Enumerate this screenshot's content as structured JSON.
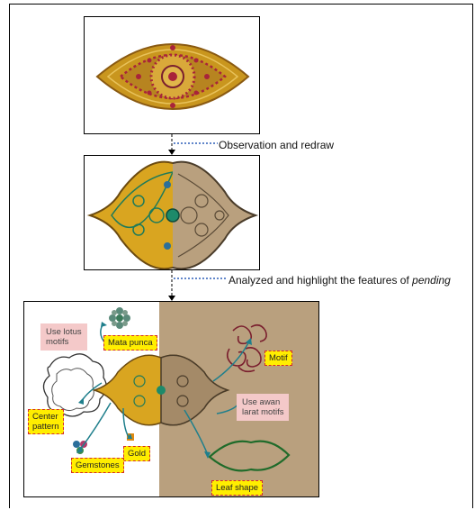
{
  "captions": {
    "step1": "Observation and redraw",
    "step2_prefix": "Analyzed and highlight the features of ",
    "step2_em": "pending"
  },
  "labels": {
    "mata_punca": "Mata punca",
    "motif": "Motif",
    "center_pattern_line1": "Center",
    "center_pattern_line2": "pattern",
    "gold": "Gold",
    "gemstones": "Gemstones",
    "leaf_shape": "Leaf shape"
  },
  "notes": {
    "lotus_line1": "Use lotus",
    "lotus_line2": "motifs",
    "awan_line1": "Use awan",
    "awan_line2": "larat motifs"
  },
  "colors": {
    "gold": "#c9961e",
    "ruby": "#a8243a",
    "kraft": "#b9a07e",
    "arrow_teal": "#1f7f8c",
    "connector_blue": "#2d5fb8",
    "label_fill": "#ffee00",
    "label_border": "#d42a2a",
    "note_fill": "#f4c9c9"
  }
}
